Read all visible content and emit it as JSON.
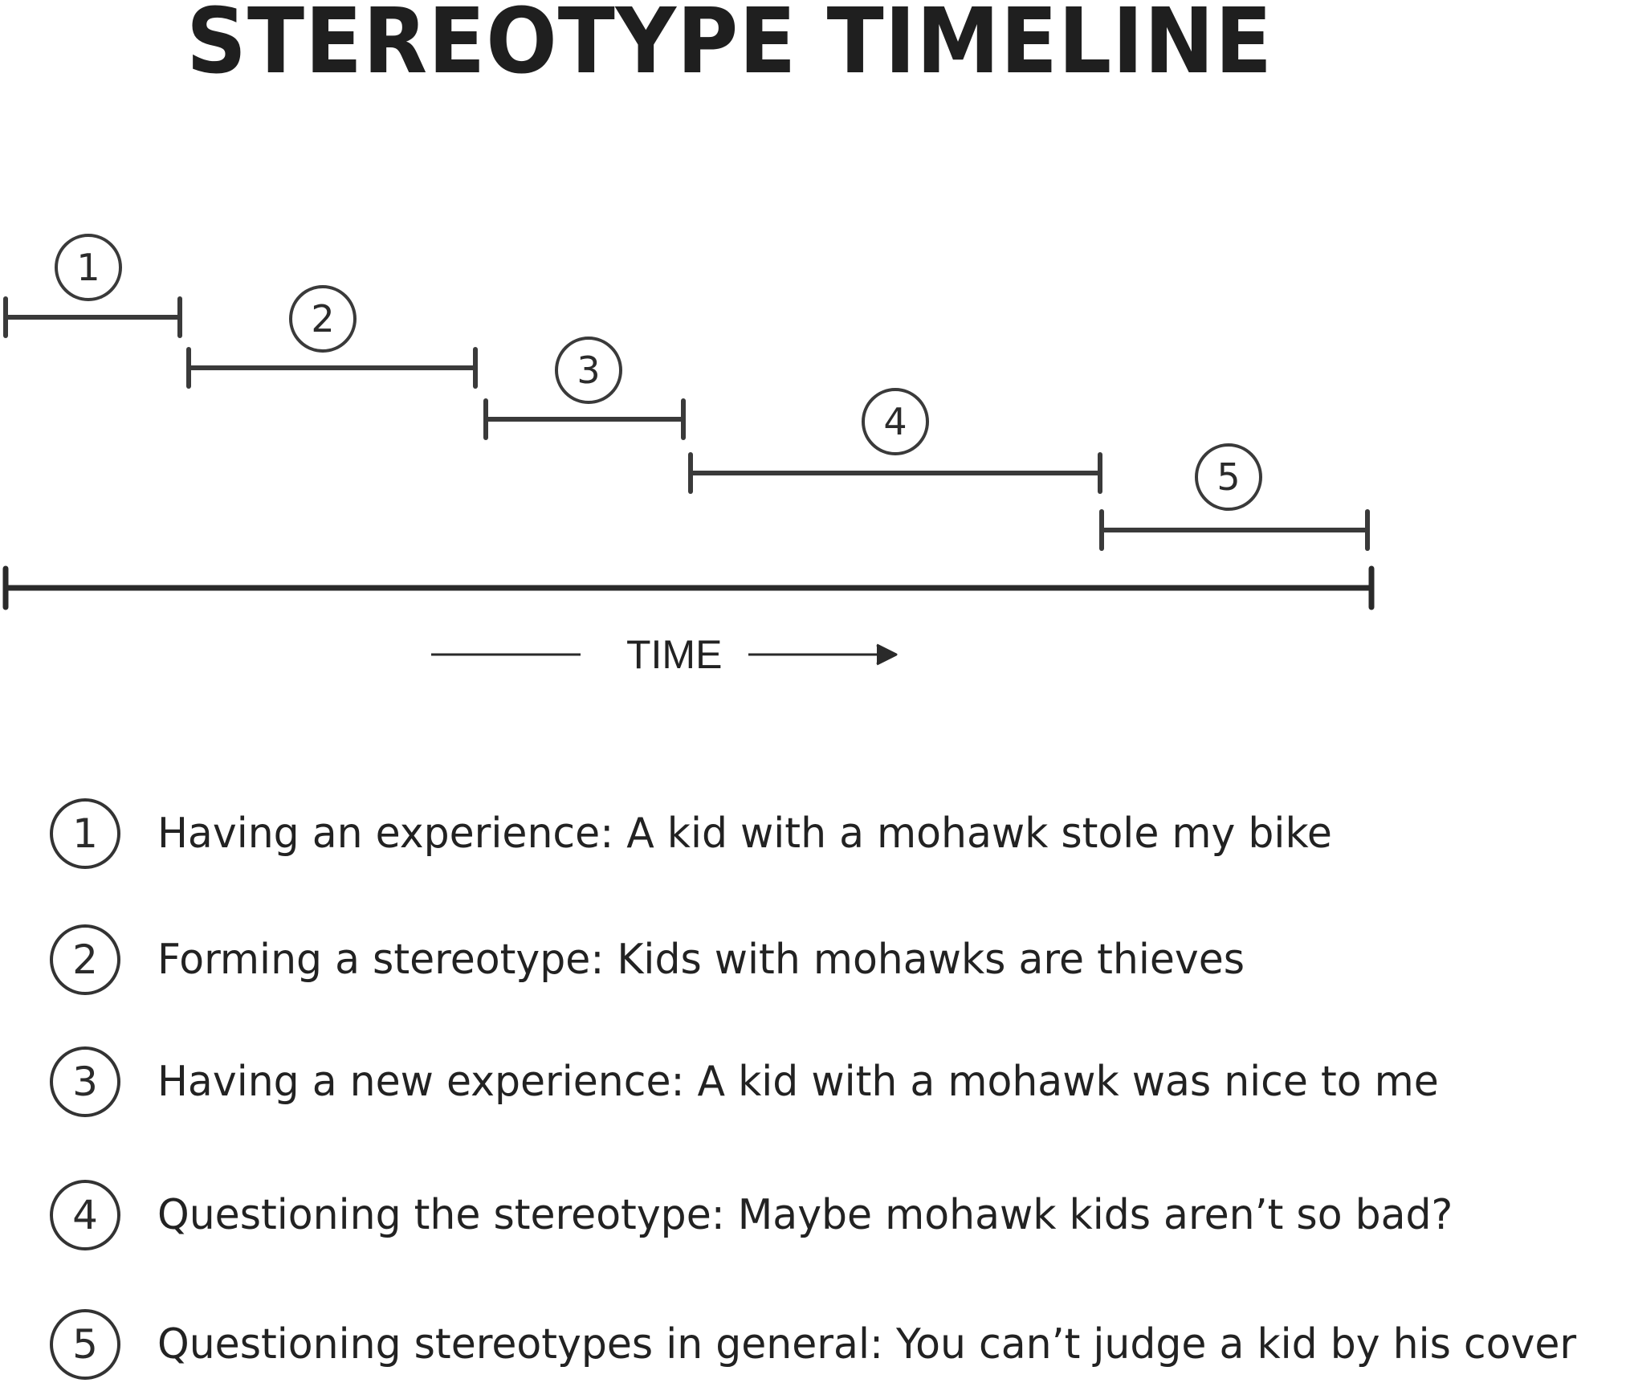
{
  "title": "STEREOTYPE TIMELINE",
  "axis_label": "TIME",
  "colors": {
    "stroke": "#333333",
    "text": "#222222",
    "background": "#ffffff"
  },
  "stages": [
    {
      "number": "1",
      "text": "Having an experience: A kid with a mohawk stole my bike"
    },
    {
      "number": "2",
      "text": "Forming a stereotype: Kids with mohawks are thieves"
    },
    {
      "number": "3",
      "text": "Having a new experience: A kid with a mohawk was nice to me"
    },
    {
      "number": "4",
      "text": "Questioning the stereotype: Maybe mohawk kids aren’t so bad?"
    },
    {
      "number": "5",
      "text": "Questioning stereotypes in general: You can’t judge a kid by his cover"
    }
  ]
}
